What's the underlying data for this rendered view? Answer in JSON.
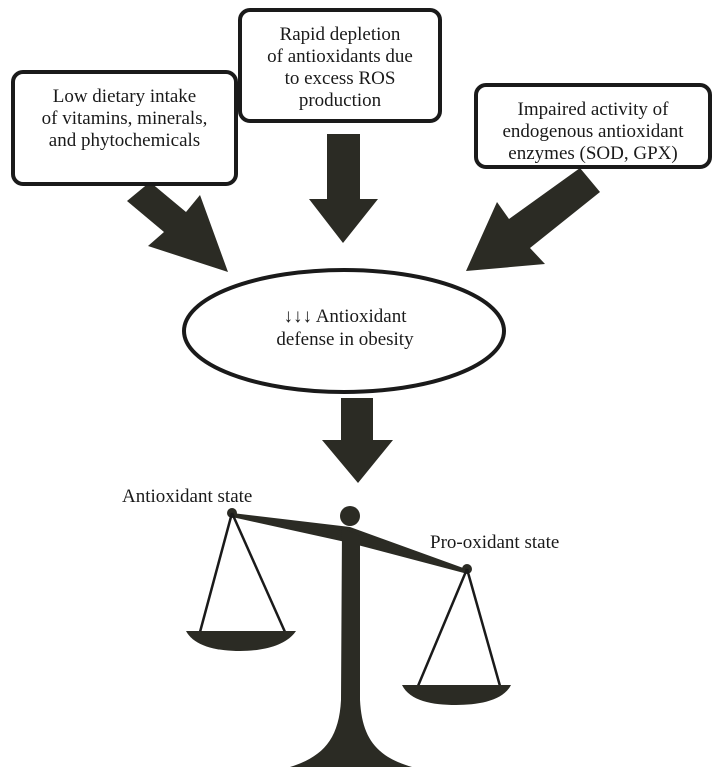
{
  "colors": {
    "ink": "#1a1a1a",
    "scale": "#2b2b24",
    "background": "#ffffff"
  },
  "boxes": {
    "left": {
      "lines": [
        "Low dietary intake",
        "of vitamins, minerals,",
        "and phytochemicals"
      ]
    },
    "center": {
      "lines": [
        "Rapid depletion",
        "of antioxidants due",
        "to excess ROS",
        "production"
      ]
    },
    "right": {
      "lines": [
        "Impaired activity of",
        "endogenous antioxidant",
        "enzymes (SOD, GPX)"
      ]
    }
  },
  "ellipse": {
    "lines": [
      "↓↓↓ Antioxidant",
      "defense in obesity"
    ]
  },
  "scale": {
    "left_label": "Antioxidant state",
    "right_label": "Pro-oxidant state"
  }
}
